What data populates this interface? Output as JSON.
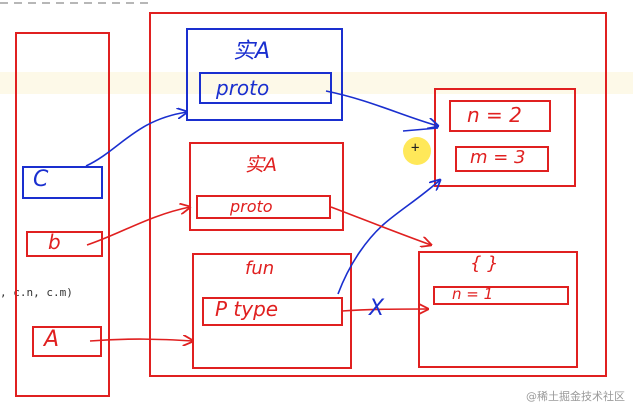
{
  "editor": {
    "code_fragment": ", c.n, c.m)"
  },
  "stack": {
    "items": [
      {
        "label": "C"
      },
      {
        "label": "b"
      },
      {
        "label": "A"
      }
    ]
  },
  "heap": {
    "instance_top": {
      "title": "实A",
      "field": "proto"
    },
    "instance_mid": {
      "title": "实A",
      "field": "proto"
    },
    "function": {
      "title": "fun",
      "field": "P type"
    },
    "proto_obj": {
      "fields": [
        "n = 2",
        "m = 3"
      ]
    },
    "empty_obj": {
      "title": "{ }",
      "fields": [
        "n = 1"
      ]
    }
  },
  "annotations": {
    "cross_mark": "X"
  },
  "colors": {
    "red": "#e02020",
    "blue": "#1a2fcf",
    "highlight": "#fdf9e8",
    "cursor": "#ffe43c"
  },
  "watermark": "@稀土掘金技术社区"
}
